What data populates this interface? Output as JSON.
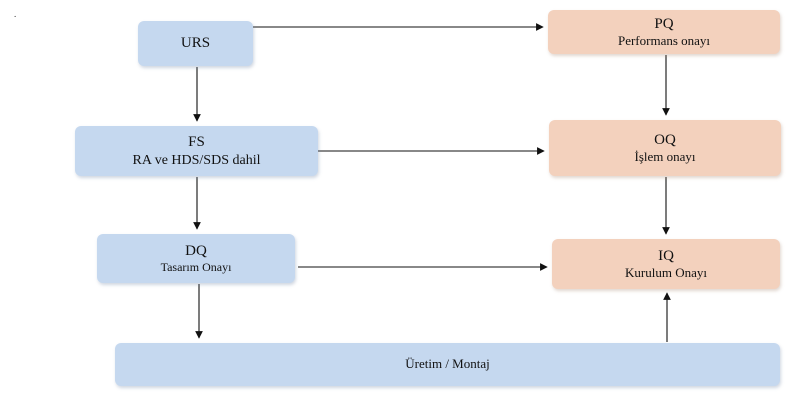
{
  "nodes": {
    "urs": {
      "title": "URS"
    },
    "fs": {
      "title": "FS",
      "subtitle": "RA ve HDS/SDS dahil"
    },
    "dq": {
      "title": "DQ",
      "subtitle": "Tasarım Onayı"
    },
    "production": {
      "title": "Üretim / Montaj"
    },
    "pq": {
      "title": "PQ",
      "subtitle": "Performans onayı"
    },
    "oq": {
      "title": "OQ",
      "subtitle": "İşlem onayı"
    },
    "iq": {
      "title": "IQ",
      "subtitle": "Kurulum Onayı"
    }
  },
  "corner_mark": ".",
  "colors": {
    "left_boxes": "#c5d8ef",
    "right_boxes": "#f3d1bd",
    "arrows": "#111111"
  },
  "edges": [
    {
      "from": "urs",
      "to": "pq"
    },
    {
      "from": "urs",
      "to": "fs"
    },
    {
      "from": "fs",
      "to": "oq"
    },
    {
      "from": "fs",
      "to": "dq"
    },
    {
      "from": "dq",
      "to": "iq"
    },
    {
      "from": "dq",
      "to": "production"
    },
    {
      "from": "production",
      "to": "iq"
    },
    {
      "from": "pq",
      "to": "oq"
    },
    {
      "from": "oq",
      "to": "iq"
    }
  ]
}
